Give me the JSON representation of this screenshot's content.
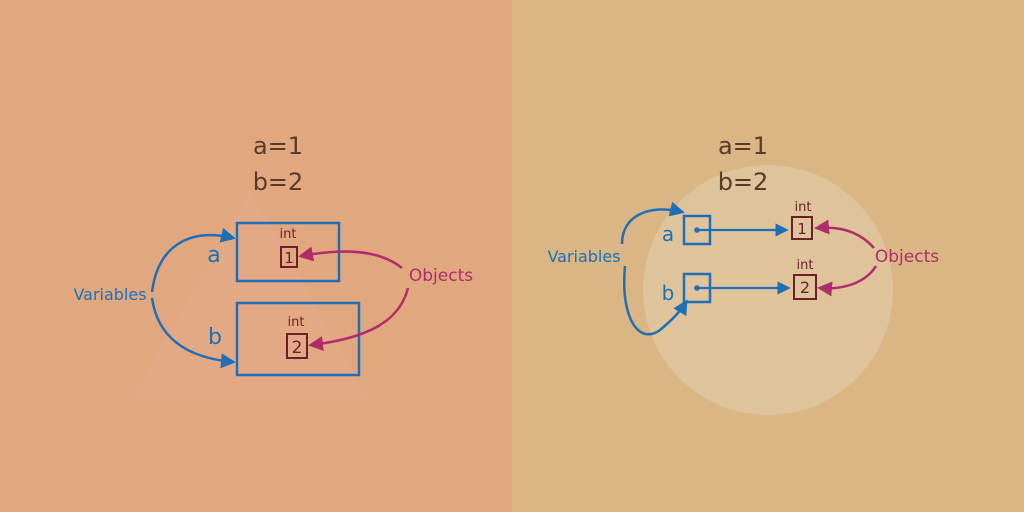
{
  "colors": {
    "left_bg": "#E1A77F",
    "right_bg": "#D9B683",
    "blue": "#1E6FB8",
    "magenta": "#B02D6B",
    "dark": "#5A3A28",
    "maroon": "#6B1F2A"
  },
  "left": {
    "code_line1": "a=1",
    "code_line2": "b=2",
    "var_a": "a",
    "var_b": "b",
    "type_a": "int",
    "type_b": "int",
    "value_a": "1",
    "value_b": "2",
    "variables_label": "Variables",
    "objects_label": "Objects"
  },
  "right": {
    "code_line1": "a=1",
    "code_line2": "b=2",
    "var_a": "a",
    "var_b": "b",
    "type_a": "int",
    "type_b": "int",
    "value_a": "1",
    "value_b": "2",
    "variables_label": "Variables",
    "objects_label": "Objects"
  }
}
